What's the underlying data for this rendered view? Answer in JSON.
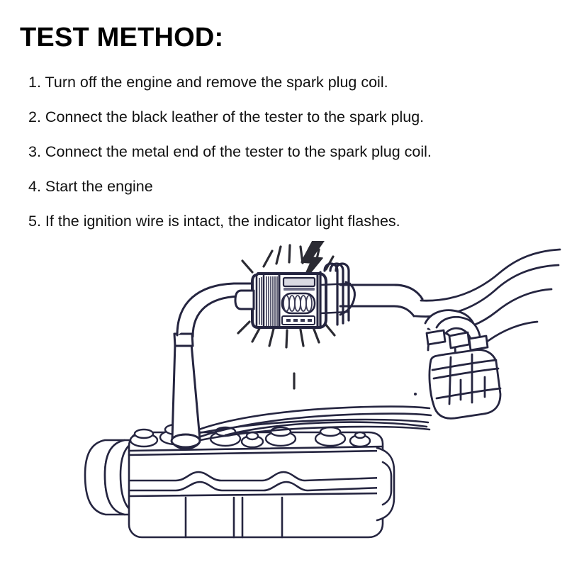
{
  "page": {
    "background_color": "#ffffff",
    "text_color": "#000000"
  },
  "heading": {
    "title": "TEST METHOD:"
  },
  "steps": [
    {
      "number": "1.",
      "text": "Turn off the engine and remove the spark plug coil."
    },
    {
      "number": "2.",
      "text": "Connect the black leather of the tester to the spark plug."
    },
    {
      "number": "3.",
      "text": "Connect the metal end of the tester to the spark plug coil."
    },
    {
      "number": "4.",
      "text": "Start the engine"
    },
    {
      "number": "5.",
      "text": "If the ignition wire is intact, the indicator light flashes."
    }
  ],
  "illustration": {
    "caption": "",
    "line_color": "#252540",
    "shade_color": "#8d8da5",
    "bolt_color": "#2b2b33",
    "parts": [
      {
        "name": "lightning-bolt",
        "label": ""
      },
      {
        "name": "spark-rays",
        "label": ""
      },
      {
        "name": "ignition-spark-tester",
        "label": ""
      },
      {
        "name": "tester-metal-clip",
        "label": ""
      },
      {
        "name": "spark-plug-boot-left",
        "label": ""
      },
      {
        "name": "ignition-coil-wire-right",
        "label": ""
      },
      {
        "name": "wire-bundle-connector",
        "label": ""
      },
      {
        "name": "engine-valve-cover",
        "label": ""
      },
      {
        "name": "spark-plug-towers",
        "label": ""
      }
    ]
  }
}
